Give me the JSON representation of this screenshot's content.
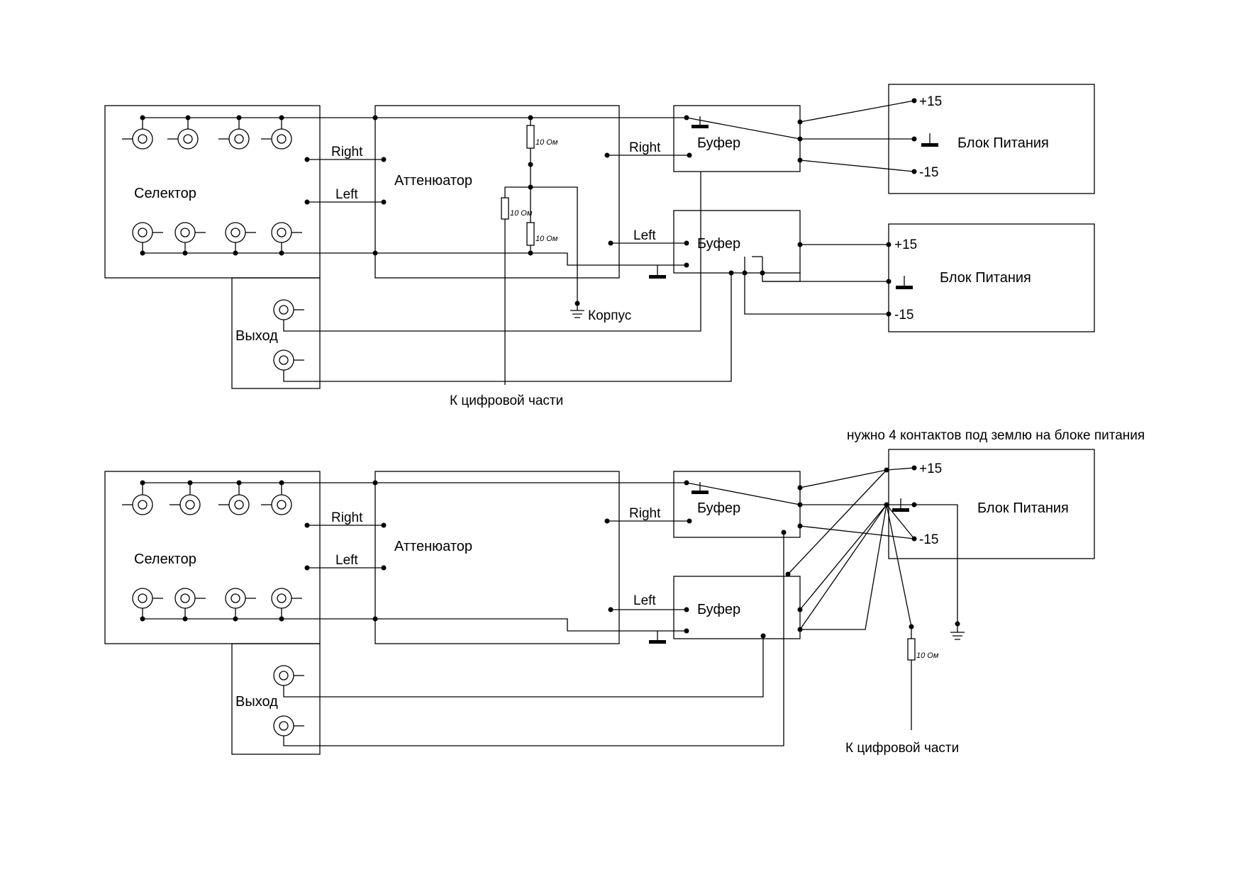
{
  "diagram_top": {
    "selector": "Селектор",
    "attenuator": "Аттенюатор",
    "buffer_1": "Буфер",
    "buffer_2": "Буфер",
    "psu_1": "Блок Питания",
    "psu_2": "Блок Питания",
    "output": "Выход",
    "right_1": "Right",
    "left_1": "Left",
    "right_2": "Right",
    "left_2": "Left",
    "plus15_1": "+15",
    "minus15_1": "-15",
    "plus15_2": "+15",
    "minus15_2": "-15",
    "res_1": "10 Ом",
    "res_2": "10 Ом",
    "res_3": "10 Ом",
    "chassis": "Корпус",
    "digital": "К цифровой части"
  },
  "diagram_bottom": {
    "note": "нужно 4 контактов под землю на блоке питания",
    "selector": "Селектор",
    "attenuator": "Аттенюатор",
    "buffer_1": "Буфер",
    "buffer_2": "Буфер",
    "psu": "Блок Питания",
    "output": "Выход",
    "right_1": "Right",
    "left_1": "Left",
    "right_2": "Right",
    "left_2": "Left",
    "plus15": "+15",
    "minus15": "-15",
    "res": "10 Ом",
    "digital": "К цифровой части"
  }
}
